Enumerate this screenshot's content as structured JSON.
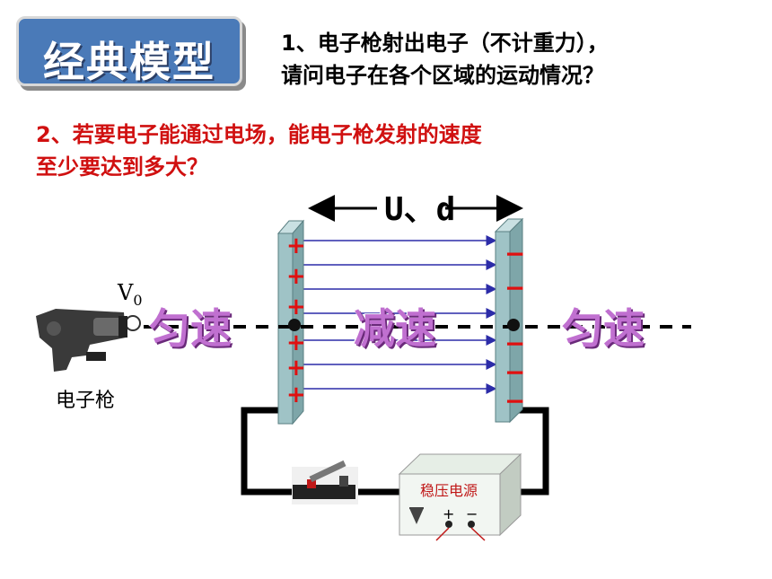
{
  "badge": {
    "label": "经典模型"
  },
  "question1": {
    "line1": "1、电子枪射出电子（不计重力），",
    "line2": "请问电子在各个区域的运动情况？"
  },
  "question2": {
    "line1": "2、若要电子能通过电场，能电子枪发射的速度",
    "line2": "至少要达到多大？"
  },
  "diagram": {
    "gap_label": "U、d",
    "velocity_label": "V",
    "velocity_sub": "0",
    "region_left": "匀速",
    "region_middle": "减速",
    "region_right": "匀速",
    "gun_label": "电子枪",
    "power_supply_label": "稳压电源",
    "plus_sign": "+",
    "minus_sign": "−",
    "left_plate_charges": [
      "+",
      "+",
      "+",
      "+",
      "+",
      "+"
    ],
    "right_plate_charges": [
      "−",
      "−",
      "−",
      "−",
      "−"
    ]
  },
  "colors": {
    "badge": "#4a7ab8",
    "field_lines": "#2c2ca8",
    "charge": "#e01010",
    "plate": "#9fc3c6"
  }
}
